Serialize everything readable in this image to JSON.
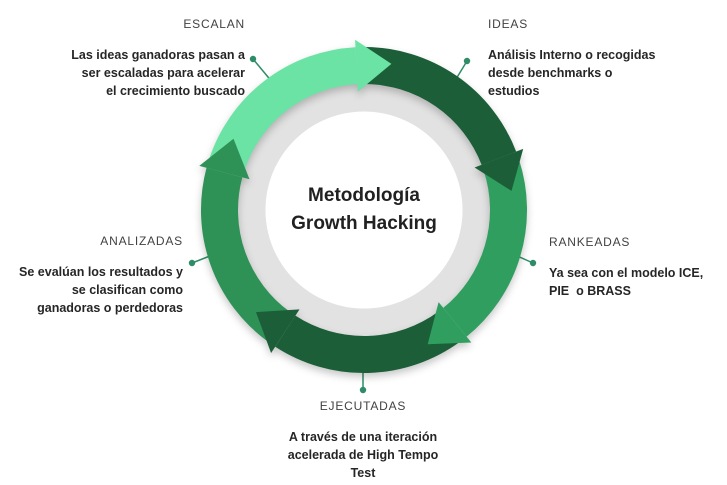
{
  "center": {
    "title": "Metodología\nGrowth Hacking"
  },
  "stages": [
    {
      "id": "ideas",
      "label": "IDEAS",
      "description": "Análisis Interno o recogidas\ndesde benchmarks o\nestudios"
    },
    {
      "id": "rankeadas",
      "label": "RANKEADAS",
      "description": "Ya sea con el modelo ICE,\nPIE  o BRASS"
    },
    {
      "id": "ejecutadas",
      "label": "EJECUTADAS",
      "description": "A través de una iteración\nacelerada de High Tempo\nTest"
    },
    {
      "id": "analizadas",
      "label": "ANALIZADAS",
      "description": "Se evalúan los resultados y\nse clasifican como\nganadoras o perdedoras"
    },
    {
      "id": "escalan",
      "label": "ESCALAN",
      "description": "Las ideas ganadoras pasan a\nser escaladas para acelerar\nel crecimiento buscado"
    }
  ],
  "colors": {
    "mint": "#6AE3A4",
    "dark_green": "#1B5E38",
    "medium_green_right": "#2F9E5F",
    "medium_green_left": "#2E9156",
    "gray_ring": "#E2E2E2",
    "white_center": "#FFFFFF",
    "connector": "#2F8C68",
    "title_text": "#212121",
    "label_text": "#424242",
    "desc_text": "#262626"
  }
}
